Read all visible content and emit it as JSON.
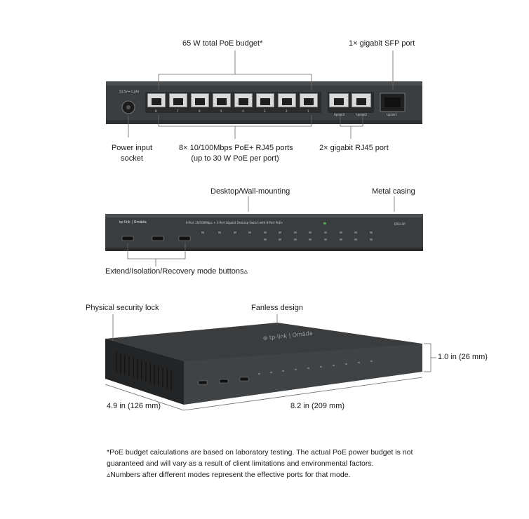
{
  "rear": {
    "poe_budget": "65 W total PoE budget*",
    "sfp": "1× gigabit SFP port",
    "power_line1": "Power input",
    "power_line2": "socket",
    "rj45_line1": "8× 10/100Mbps PoE+ RJ45 ports",
    "rj45_line2": "(up to 30 W PoE per port)",
    "uplink_rj45": "2× gigabit RJ45 port",
    "power_spec": "53.5V ═ 1.24A",
    "port_numbers": [
      "8",
      "7",
      "6",
      "5",
      "4",
      "3",
      "2",
      "1"
    ],
    "uplink_labels": [
      "Uplink3",
      "Uplink2",
      "Uplink1"
    ]
  },
  "front": {
    "desktop": "Desktop/Wall-mounting",
    "metal": "Metal casing",
    "buttons": "Extend/Isolation/Recovery mode buttons▵",
    "brand": "tp-link | Omāda",
    "model": "DS111P",
    "description": "8-Port 10/100Mbps + 3-Port Gigabit Desktop Switch with 8-Port PoE+"
  },
  "iso": {
    "lock": "Physical security lock",
    "fanless": "Fanless design",
    "height": "1.0 in (26 mm)",
    "depth": "4.9 in (126 mm)",
    "width": "8.2 in (209 mm)"
  },
  "notes": {
    "line1": "*PoE budget calculations are based on laboratory testing. The actual PoE power budget is not",
    "line2": "guaranteed and will vary as a result of client limitations and environmental factors.",
    "line3": "▵Numbers after different modes represent the effective ports for that mode."
  },
  "colors": {
    "chassis": "#3a3d40",
    "chassis_dark": "#2a2c2e",
    "port": "#d9d9d9",
    "line": "#666666"
  }
}
